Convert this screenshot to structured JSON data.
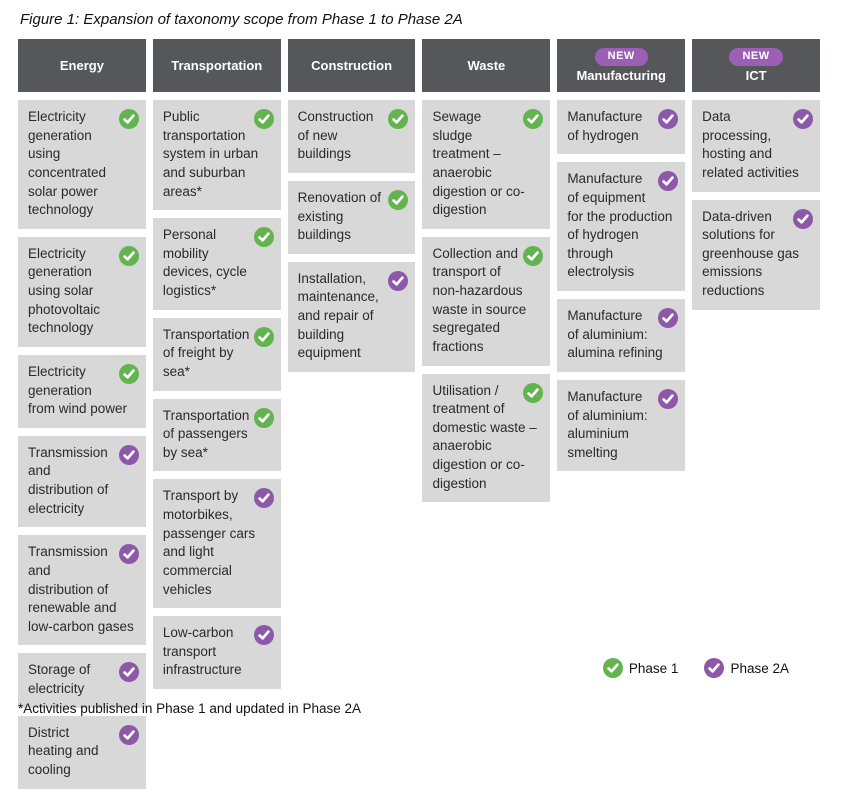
{
  "title": "Figure 1: Expansion of taxonomy scope from Phase 1 to Phase 2A",
  "footnote": "*Activities published in Phase 1 and updated in Phase 2A",
  "new_badge_label": "NEW",
  "colors": {
    "phase1": "#63b450",
    "phase2a": "#8d58a8",
    "new_badge": "#9b5fb3",
    "header_bg": "#56575b",
    "item_bg": "#d8d8d8"
  },
  "legend": [
    {
      "label": "Phase 1",
      "phase": "phase1"
    },
    {
      "label": "Phase 2A",
      "phase": "phase2a"
    }
  ],
  "columns": [
    {
      "label": "Energy",
      "new": false,
      "items": [
        {
          "text": "Electricity generation using concentrated solar power technology",
          "phase": "phase1"
        },
        {
          "text": "Electricity generation using solar photovoltaic technology",
          "phase": "phase1"
        },
        {
          "text": "Electricity generation from wind power",
          "phase": "phase1"
        },
        {
          "text": "Transmission and distribution of electricity",
          "phase": "phase2a"
        },
        {
          "text": "Transmission and distribution of renewable and low-carbon gases",
          "phase": "phase2a"
        },
        {
          "text": "Storage of electricity",
          "phase": "phase2a"
        },
        {
          "text": "District heating and cooling",
          "phase": "phase2a"
        }
      ]
    },
    {
      "label": "Transportation",
      "new": false,
      "items": [
        {
          "text": "Public transportation system in urban and suburban areas*",
          "phase": "phase1"
        },
        {
          "text": "Personal mobility devices, cycle logistics*",
          "phase": "phase1"
        },
        {
          "text": "Transportation of freight by sea*",
          "phase": "phase1"
        },
        {
          "text": "Transportation of passengers by sea*",
          "phase": "phase1"
        },
        {
          "text": "Transport by motorbikes, passenger cars and light commercial vehicles",
          "phase": "phase2a"
        },
        {
          "text": "Low-carbon transport infrastructure",
          "phase": "phase2a"
        }
      ]
    },
    {
      "label": "Construction",
      "new": false,
      "items": [
        {
          "text": "Construction of new buildings",
          "phase": "phase1"
        },
        {
          "text": "Renovation of existing buildings",
          "phase": "phase1"
        },
        {
          "text": "Installation, maintenance, and repair of building equipment",
          "phase": "phase2a"
        }
      ]
    },
    {
      "label": "Waste",
      "new": false,
      "items": [
        {
          "text": "Sewage sludge treatment – anaerobic digestion or co-digestion",
          "phase": "phase1"
        },
        {
          "text": "Collection and transport of non-hazardous waste in source segregated fractions",
          "phase": "phase1"
        },
        {
          "text": "Utilisation / treatment of domestic waste – anaerobic digestion or co-digestion",
          "phase": "phase1"
        }
      ]
    },
    {
      "label": "Manufacturing",
      "new": true,
      "items": [
        {
          "text": "Manufacture of hydrogen",
          "phase": "phase2a"
        },
        {
          "text": "Manufacture of equipment for the production of hydrogen through electrolysis",
          "phase": "phase2a"
        },
        {
          "text": "Manufacture of aluminium: alumina refining",
          "phase": "phase2a"
        },
        {
          "text": "Manufacture of aluminium: aluminium smelting",
          "phase": "phase2a"
        }
      ]
    },
    {
      "label": "ICT",
      "new": true,
      "items": [
        {
          "text": "Data processing, hosting and related activities",
          "phase": "phase2a"
        },
        {
          "text": "Data-driven solutions for greenhouse gas emissions reductions",
          "phase": "phase2a"
        }
      ]
    }
  ]
}
